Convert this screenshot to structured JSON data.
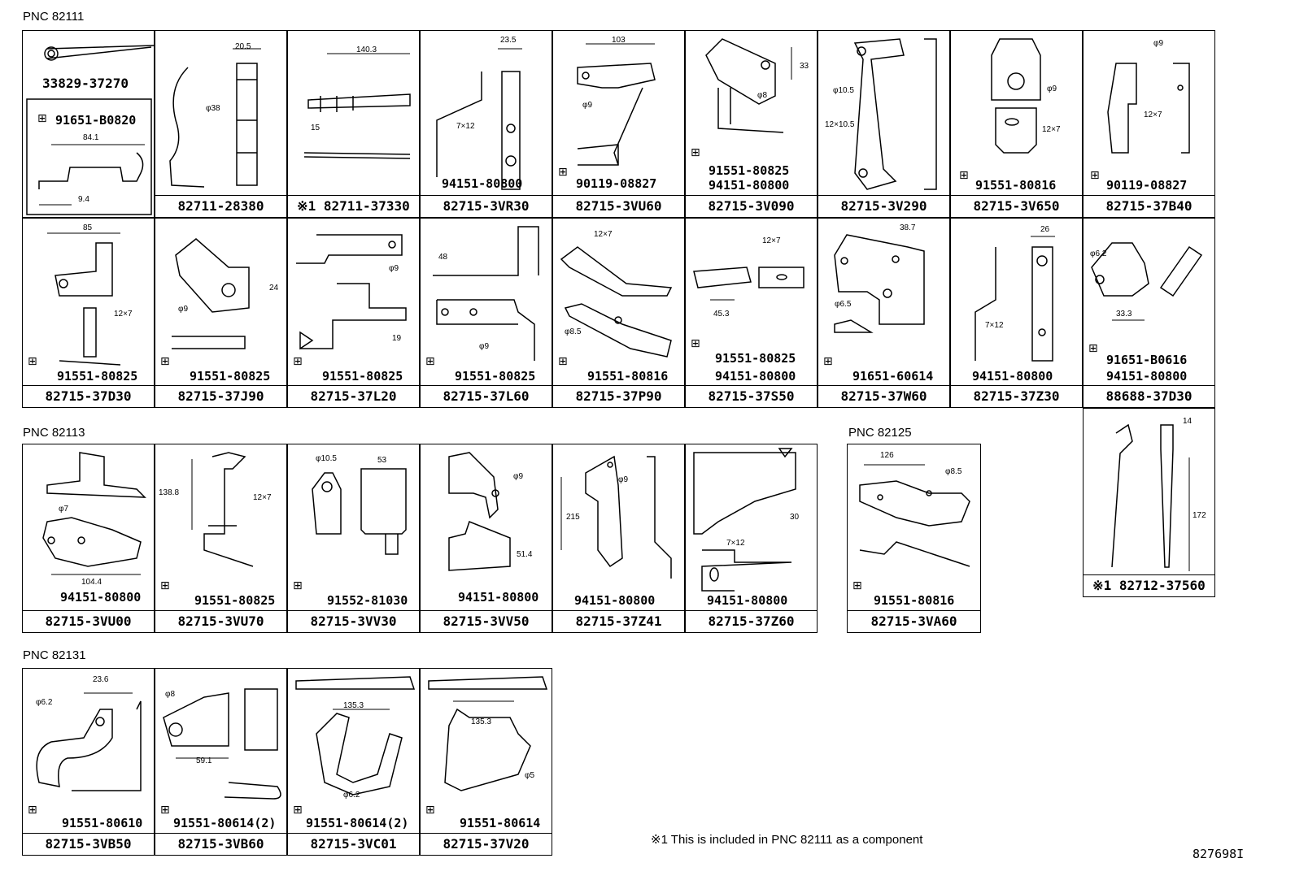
{
  "sections": {
    "s1": "PNC 82111",
    "s2": "PNC 82113",
    "s3": "PNC 82125",
    "s4": "PNC 82131"
  },
  "cells": {
    "c1": {
      "top_part": "33829-37270",
      "hw1": "91651-B0820",
      "dims": [
        "84.1",
        "9.4"
      ]
    },
    "c2": {
      "part": "82711-28380",
      "dims": [
        "20.5",
        "φ38"
      ]
    },
    "c3": {
      "part": "※1 82711-37330",
      "dims": [
        "140.3",
        "15"
      ]
    },
    "c4": {
      "part": "82715-3VR30",
      "hw1": "94151-80800",
      "dims": [
        "23.5",
        "7×12"
      ]
    },
    "c5": {
      "part": "82715-3VU60",
      "hw1": "90119-08827",
      "dims": [
        "103",
        "φ9"
      ]
    },
    "c6": {
      "part": "82715-3V090",
      "hw1": "91551-80825",
      "hw2": "94151-80800",
      "dims": [
        "33",
        "φ8"
      ]
    },
    "c7": {
      "part": "82715-3V290",
      "dims": [
        "φ10.5",
        "12×10.5"
      ]
    },
    "c8": {
      "part": "82715-3V650",
      "hw1": "91551-80816",
      "dims": [
        "φ9",
        "12×7"
      ]
    },
    "c9": {
      "part": "82715-37B40",
      "hw1": "90119-08827",
      "dims": [
        "φ9",
        "12×7"
      ]
    },
    "c10": {
      "part": "82715-37D30",
      "hw1": "91551-80825",
      "dims": [
        "85",
        "12×7"
      ]
    },
    "c11": {
      "part": "82715-37J90",
      "hw1": "91551-80825",
      "dims": [
        "24",
        "φ9"
      ]
    },
    "c12": {
      "part": "82715-37L20",
      "hw1": "91551-80825",
      "dims": [
        "φ9",
        "19"
      ]
    },
    "c13": {
      "part": "82715-37L60",
      "hw1": "91551-80825",
      "dims": [
        "48",
        "φ9"
      ]
    },
    "c14": {
      "part": "82715-37P90",
      "hw1": "91551-80816",
      "dims": [
        "12×7",
        "φ8.5"
      ]
    },
    "c15": {
      "part": "82715-37S50",
      "hw1": "91551-80825",
      "hw2": "94151-80800",
      "dims": [
        "12×7",
        "45.3"
      ]
    },
    "c16": {
      "part": "82715-37W60",
      "hw1": "91651-60614",
      "dims": [
        "38.7",
        "φ6.5"
      ]
    },
    "c17": {
      "part": "82715-37Z30",
      "hw1": "94151-80800",
      "dims": [
        "26",
        "7×12"
      ]
    },
    "c18": {
      "part": "88688-37D30",
      "hw1": "91651-B0616",
      "hw2": "94151-80800",
      "dims": [
        "φ6.2",
        "33.3"
      ]
    },
    "c19": {
      "part": "82715-3VU00",
      "hw1": "94151-80800",
      "dims": [
        "φ7",
        "104.4"
      ]
    },
    "c20": {
      "part": "82715-3VU70",
      "hw1": "91551-80825",
      "dims": [
        "138.8",
        "12×7"
      ]
    },
    "c21": {
      "part": "82715-3VV30",
      "hw1": "91552-81030",
      "dims": [
        "φ10.5",
        "53"
      ]
    },
    "c22": {
      "part": "82715-3VV50",
      "hw1": "94151-80800",
      "dims": [
        "φ9",
        "51.4"
      ]
    },
    "c23": {
      "part": "82715-37Z41",
      "hw1": "94151-80800",
      "dims": [
        "215",
        "φ9"
      ]
    },
    "c24": {
      "part": "82715-37Z60",
      "hw1": "94151-80800",
      "dims": [
        "30",
        "7×12"
      ]
    },
    "c25": {
      "part": "82715-3VA60",
      "hw1": "91551-80816",
      "dims": [
        "126",
        "φ8.5"
      ]
    },
    "c26": {
      "part": "※1 82712-37560",
      "dims": [
        "14",
        "172"
      ]
    },
    "c27": {
      "part": "82715-3VB50",
      "hw1": "91551-80610",
      "dims": [
        "23.6",
        "φ6.2"
      ]
    },
    "c28": {
      "part": "82715-3VB60",
      "hw1": "91551-80614(2)",
      "dims": [
        "φ8",
        "59.1"
      ]
    },
    "c29": {
      "part": "82715-3VC01",
      "hw1": "91551-80614(2)",
      "dims": [
        "135.3",
        "φ6.2"
      ]
    },
    "c30": {
      "part": "82715-37V20",
      "hw1": "91551-80614",
      "dims": [
        "135.3",
        "φ5"
      ]
    }
  },
  "footnote": "※1 This is included in PNC 82111 as a component",
  "figure_id": "827698I"
}
